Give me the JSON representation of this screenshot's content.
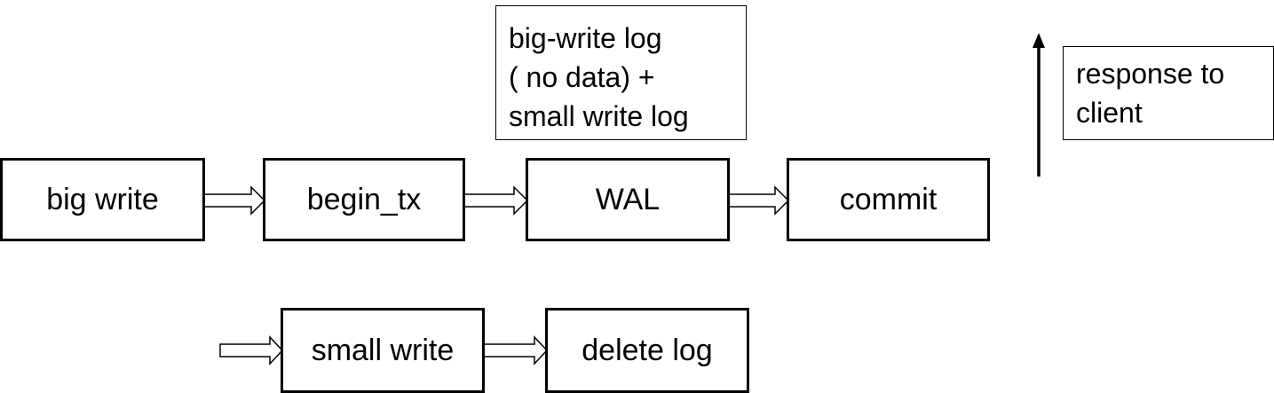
{
  "main_flow": {
    "big_write": "big write",
    "begin_tx": "begin_tx",
    "wal": "WAL",
    "commit": "commit"
  },
  "secondary_flow": {
    "small_write": "small write",
    "delete_log": "delete log"
  },
  "wal_note": {
    "line1": "big-write log",
    "line2": "( no data) +",
    "line3": "small write log"
  },
  "response_note": {
    "line1": "response to",
    "line2": "client"
  },
  "colors": {
    "stroke": "#000000",
    "background": "#ffffff"
  }
}
